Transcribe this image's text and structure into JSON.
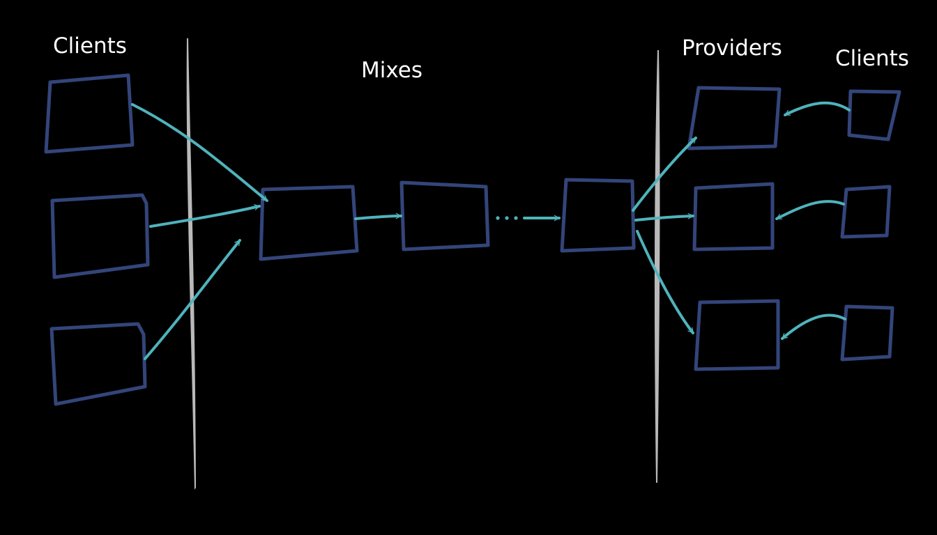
{
  "colors": {
    "background": "#000000",
    "box_stroke": "#33457a",
    "arrow": "#4fb3bc",
    "barrier": "#b9b9b9",
    "text": "#ffffff"
  },
  "labels": {
    "clients_left": "Clients",
    "mixes": "Mixes",
    "providers": "Providers",
    "clients_right": "Clients"
  }
}
